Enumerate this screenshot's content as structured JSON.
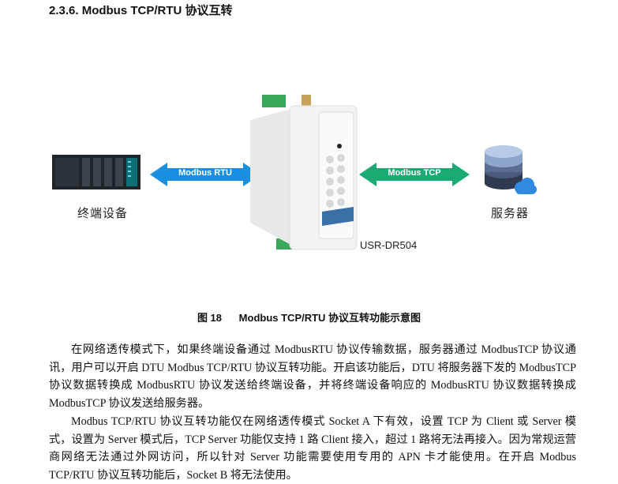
{
  "heading": "2.3.6.  Modbus TCP/RTU 协议互转",
  "figure": {
    "left_label": "终端设备",
    "right_label": "服务器",
    "device_label": "USR-DR504",
    "arrow_left": "Modbus RTU",
    "arrow_right": "Modbus TCP",
    "caption": "图 18      Modbus TCP/RTU 协议互转功能示意图"
  },
  "paragraphs": [
    "在网络透传模式下，如果终端设备通过 ModbusRTU 协议传输数据，服务器通过 ModbusTCP 协议通讯，用户可以开启 DTU Modbus TCP/RTU 协议互转功能。开启该功能后，DTU 将服务器下发的 ModbusTCP 协议数据转换成 ModbusRTU 协议发送给终端设备，并将终端设备响应的 ModbusRTU 协议数据转换成 ModbusTCP 协议发送给服务器。",
    "Modbus TCP/RTU 协议互转功能仅在网络透传模式 Socket A 下有效，设置 TCP 为 Client 或 Server 模式，设置为 Server 模式后，TCP Server 功能仅支持 1 路 Client 接入，超过 1 路将无法再接入。因为常规运营商网络无法通过外网访问，所以针对 Server 功能需要使用专用的 APN 卡才能使用。在开启 Modbus TCP/RTU 协议互转功能后，Socket B 将无法使用。"
  ],
  "colors": {
    "rtu": "#1a8fe0",
    "tcp": "#1aaa72"
  }
}
